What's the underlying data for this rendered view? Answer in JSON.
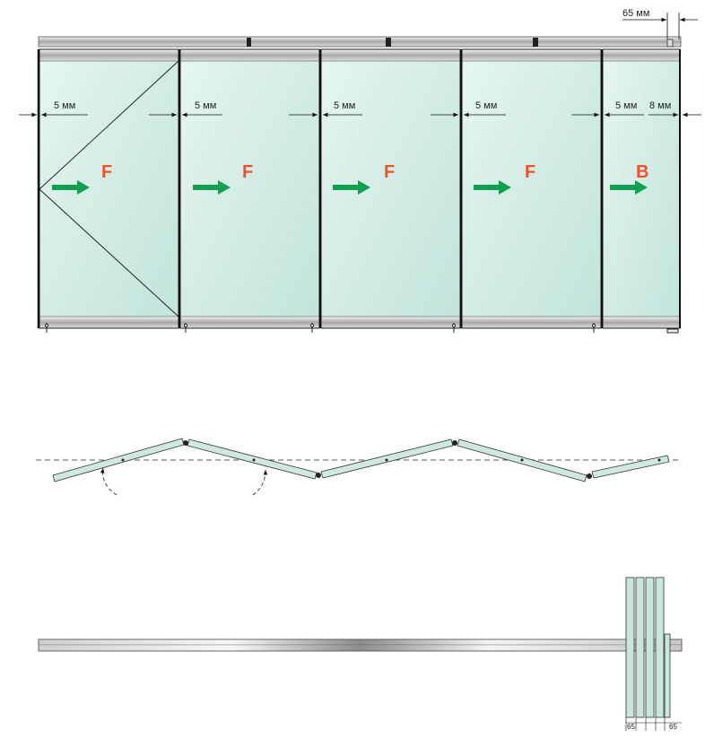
{
  "top_view": {
    "track_width_label": "65 мм",
    "gap_labels": [
      "5 мм",
      "5 мм",
      "5 мм",
      "5 мм",
      "5 мм"
    ],
    "end_gap_label": "8 мм",
    "panel_markers": [
      "F",
      "F",
      "F",
      "F",
      "B"
    ]
  },
  "stack_view": {
    "dim_labels": [
      "65",
      "65"
    ]
  },
  "colors": {
    "glass": "#d6efe8",
    "arrow": "#11a050",
    "marker": "#f0522a",
    "frame": "#222222"
  }
}
